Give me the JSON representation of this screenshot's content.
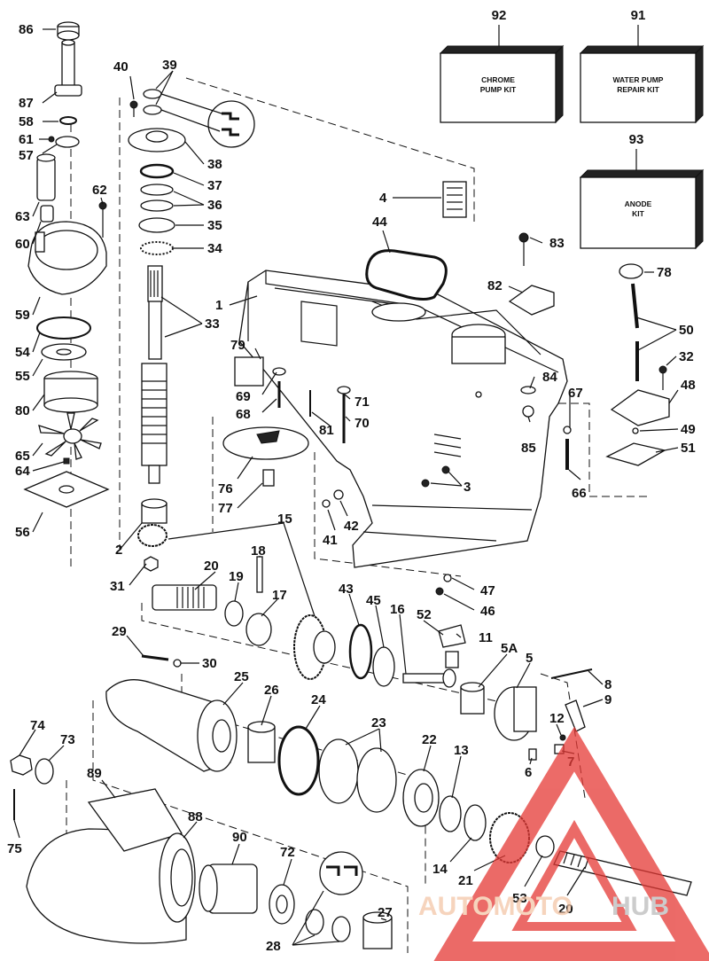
{
  "kits": {
    "chrome": {
      "number": "92",
      "line1": "CHROME",
      "line2": "PUMP KIT"
    },
    "water_pump": {
      "number": "91",
      "line1": "WATER PUMP",
      "line2": "REPAIR KIT"
    },
    "anode": {
      "number": "93",
      "line1": "ANODE",
      "line2": "KIT"
    }
  },
  "callouts": {
    "c1": "1",
    "c2": "2",
    "c3": "3",
    "c4": "4",
    "c5": "5",
    "c5a": "5A",
    "c6": "6",
    "c7": "7",
    "c8": "8",
    "c9": "9",
    "c11": "11",
    "c12": "12",
    "c13": "13",
    "c14": "14",
    "c15": "15",
    "c16": "16",
    "c17": "17",
    "c18": "18",
    "c19": "19",
    "c20a": "20",
    "c20b": "20",
    "c21": "21",
    "c22": "22",
    "c23": "23",
    "c24": "24",
    "c25": "25",
    "c26": "26",
    "c27": "27",
    "c28": "28",
    "c29": "29",
    "c30": "30",
    "c31": "31",
    "c32": "32",
    "c33": "33",
    "c34": "34",
    "c35": "35",
    "c36": "36",
    "c37": "37",
    "c38": "38",
    "c39": "39",
    "c40": "40",
    "c41": "41",
    "c42": "42",
    "c43": "43",
    "c44": "44",
    "c45": "45",
    "c46": "46",
    "c47": "47",
    "c48": "48",
    "c49": "49",
    "c50": "50",
    "c51": "51",
    "c52": "52",
    "c53": "53",
    "c54": "54",
    "c55": "55",
    "c56": "56",
    "c57": "57",
    "c58": "58",
    "c59": "59",
    "c60": "60",
    "c61": "61",
    "c62": "62",
    "c63": "63",
    "c64": "64",
    "c65": "65",
    "c66": "66",
    "c67": "67",
    "c68": "68",
    "c69": "69",
    "c70": "70",
    "c71": "71",
    "c72": "72",
    "c73": "73",
    "c74": "74",
    "c75": "75",
    "c76": "76",
    "c77": "77",
    "c78": "78",
    "c79": "79",
    "c80": "80",
    "c81": "81",
    "c82": "82",
    "c83": "83",
    "c84": "84",
    "c85": "85",
    "c86": "86",
    "c87": "87",
    "c88": "88",
    "c89": "89",
    "c90": "90"
  },
  "watermark": {
    "part1": "AUTOMOTO",
    "part2": "HUB",
    "logo_color": "#e53935",
    "text_color": "#f0a36b",
    "hub_color": "#9e9e9e"
  }
}
